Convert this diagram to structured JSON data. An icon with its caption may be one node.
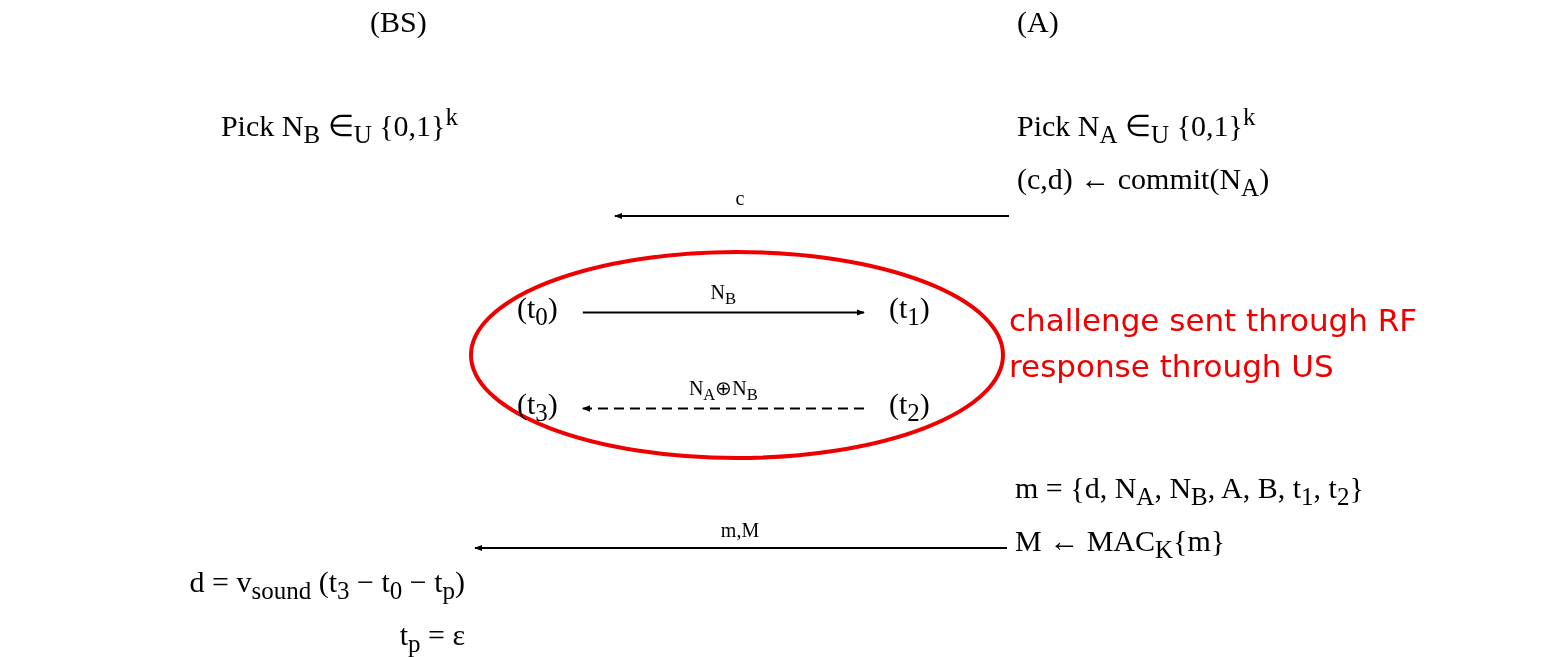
{
  "diagram": {
    "nodes": [
      {
        "text": [
          "Pick N$_{B}$ ∈$_{U}$ {0,1}$^{k}$"
        ]
      },
      {
        "text": [
          "Pick N$_{A}$ ∈$_{U}$ {0,1}$^{k}$",
          "(c,d) ← commit(N$_{A}$)"
        ]
      },
      {
        "text": [],
        "shape": "ellipse",
        "beside": [
          "challenge sent through RF",
          "response through US"
        ]
      },
      {
        "text": [
          "(t$_{0}$)"
        ],
        "in": 2
      },
      {
        "text": [
          "(t$_{1}$)"
        ],
        "in": 2
      },
      {
        "text": [
          "(t$_{3}$)"
        ],
        "in": 2
      },
      {
        "text": [
          "(t$_{2}$)"
        ],
        "in": 2
      },
      {
        "text": [
          "m = {d, N$_{A}$, N$_{B}$, A, B, t$_{1}$, t$_{2}$}",
          "M ← MAC$_{K}${m}"
        ]
      },
      {
        "text": [
          "d = v$_{sound}$ (t$_{3}$ − t$_{0}$ − t$_{p}$)",
          "t$_{p}$ = ε"
        ]
      }
    ],
    "edges": [
      {
        "from": 1,
        "to": null,
        "arrow": "to",
        "label": "c"
      },
      {
        "from": 3,
        "to": 4,
        "arrow": "to",
        "label": "N$_{B}$"
      },
      {
        "from": 6,
        "to": 5,
        "arrow": "to",
        "label": "N$_{A}$⊕N$_{B}$",
        "style": "dashed"
      },
      {
        "from": 7,
        "to": 8,
        "arrow": "to",
        "label": "m,M"
      }
    ],
    "labels": [
      "(BS)",
      "(A)"
    ]
  }
}
